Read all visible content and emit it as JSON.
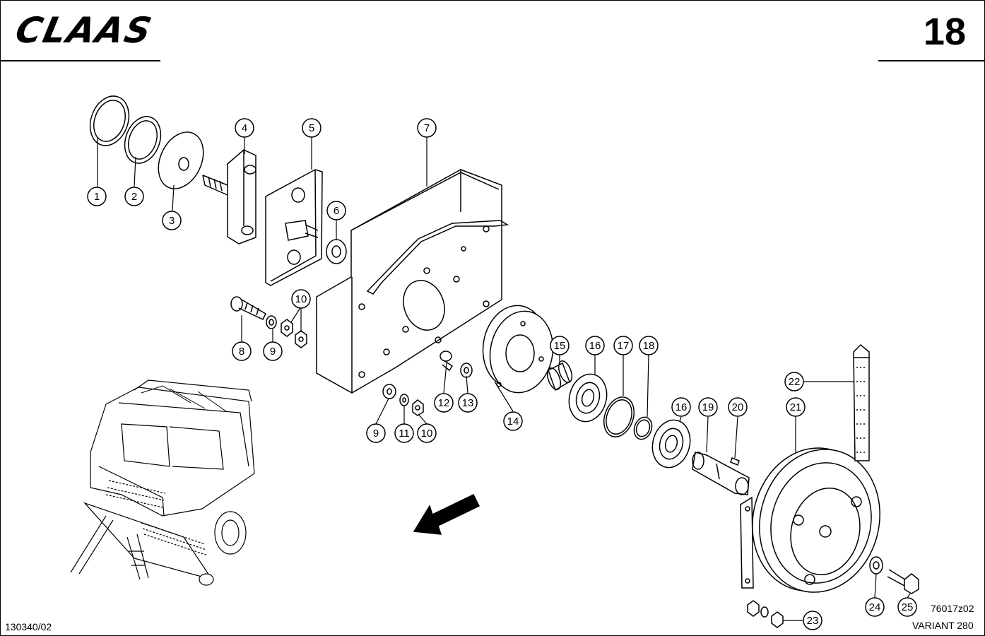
{
  "header": {
    "brand": "CLAAS",
    "page_number": "18"
  },
  "footer": {
    "left_code": "130340/02",
    "drawing_code": "76017z02",
    "model": "VARIANT 280"
  },
  "callouts": {
    "c1": "1",
    "c2": "2",
    "c3": "3",
    "c4": "4",
    "c5": "5",
    "c6": "6",
    "c7": "7",
    "c8": "8",
    "c9a": "9",
    "c10a": "10",
    "c12": "12",
    "c13": "13",
    "c14": "14",
    "c9b": "9",
    "c11": "11",
    "c10b": "10",
    "c15": "15",
    "c16a": "16",
    "c17": "17",
    "c18": "18",
    "c16b": "16",
    "c19": "19",
    "c20": "20",
    "c22": "22",
    "c21": "21",
    "c24": "24",
    "c25": "25",
    "c23": "23"
  }
}
